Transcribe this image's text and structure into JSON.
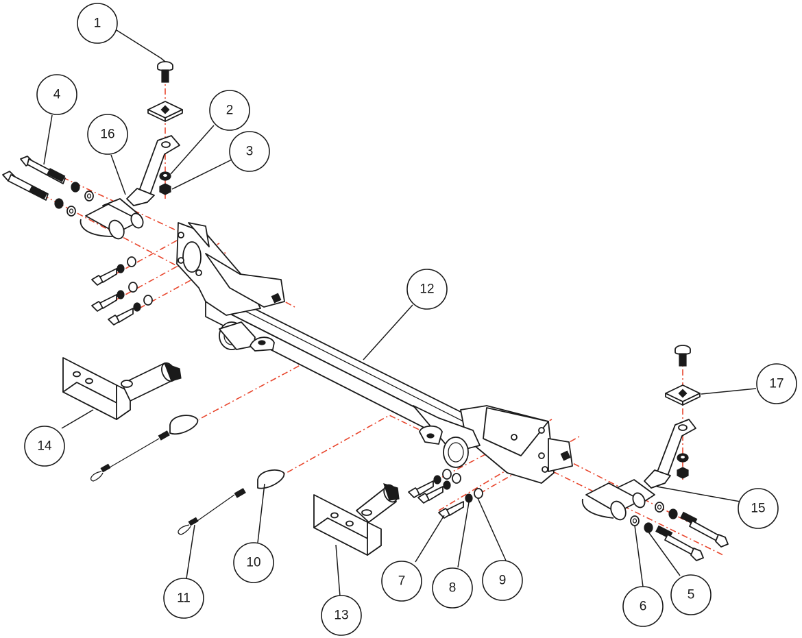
{
  "diagram": {
    "colors": {
      "line": "#1a1a1a",
      "assembly_axis": "#e8452c",
      "background": "#ffffff"
    },
    "callouts": [
      "1",
      "2",
      "3",
      "4",
      "5",
      "6",
      "7",
      "8",
      "9",
      "10",
      "11",
      "12",
      "13",
      "14",
      "15",
      "16",
      "17"
    ]
  }
}
